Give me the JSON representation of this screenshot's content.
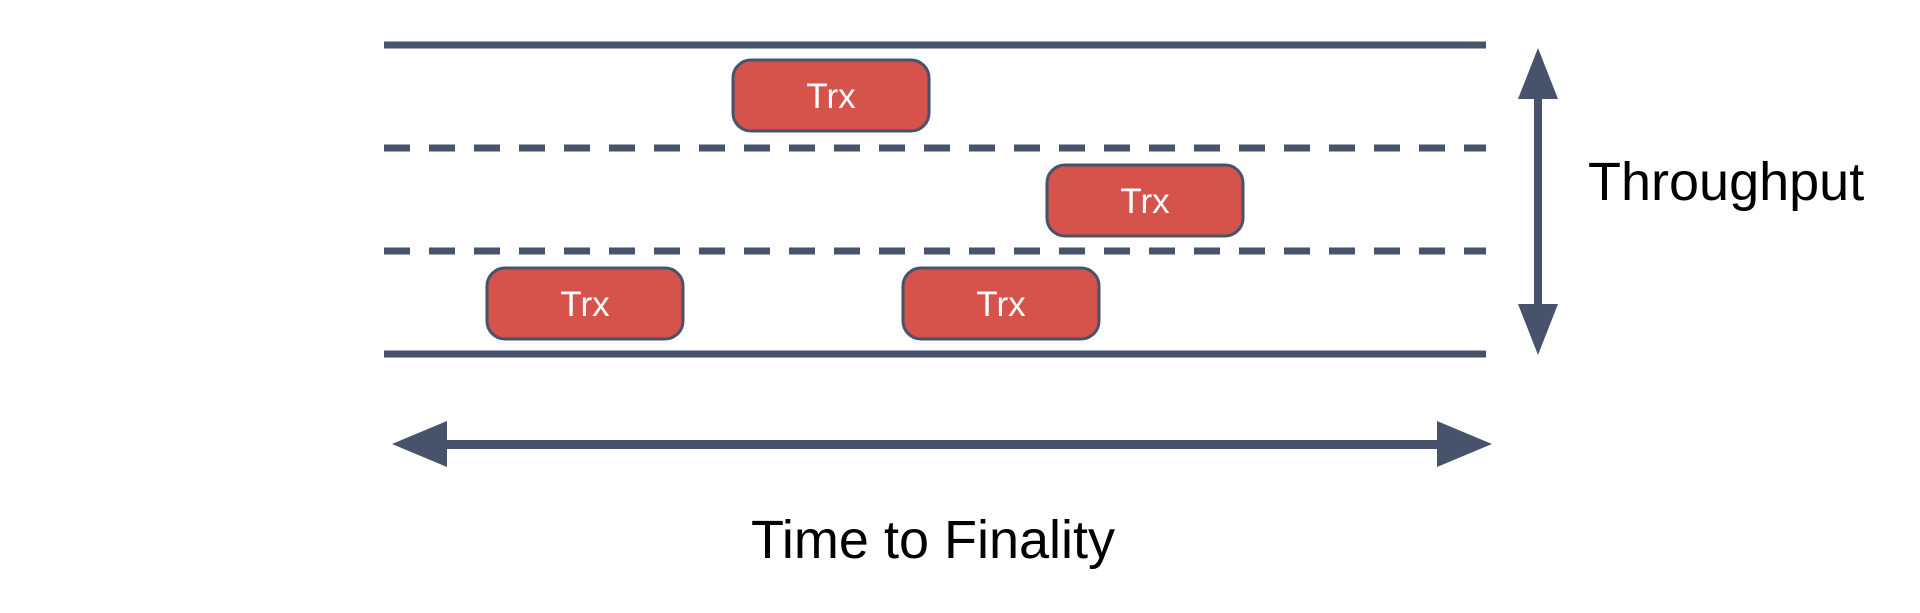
{
  "diagram": {
    "axes": {
      "vertical_label": "Throughput",
      "horizontal_label": "Time to Finality"
    },
    "lane_count": 3,
    "transactions": [
      {
        "label": "Trx",
        "lane": "top"
      },
      {
        "label": "Trx",
        "lane": "middle"
      },
      {
        "label": "Trx",
        "lane": "bottom-left"
      },
      {
        "label": "Trx",
        "lane": "bottom-right"
      }
    ]
  },
  "colors": {
    "ink": "#46536A",
    "trx_fill": "#D5534B",
    "trx_border": "#46536A",
    "trx_text": "#FFFFFF",
    "label_text": "#000000",
    "background": "#FFFFFF"
  }
}
